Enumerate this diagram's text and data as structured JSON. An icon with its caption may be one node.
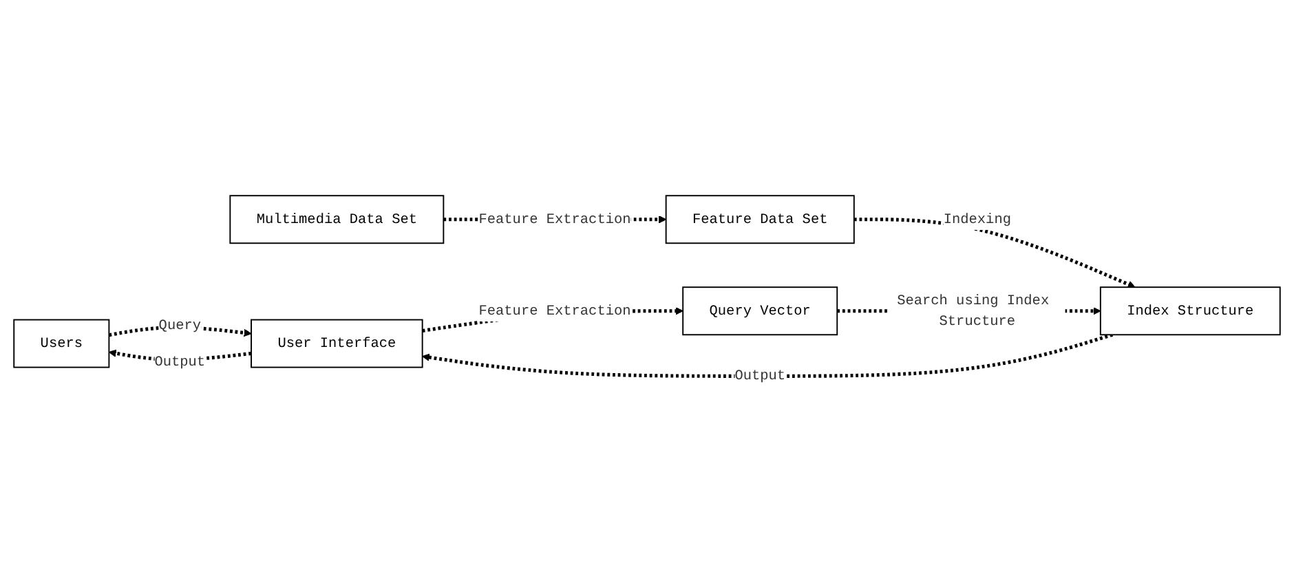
{
  "diagram": {
    "nodes": [
      {
        "text": [
          "Users"
        ]
      },
      {
        "text": [
          "User Interface"
        ]
      },
      {
        "text": [
          "Multimedia Data Set"
        ]
      },
      {
        "text": [
          "Query Vector"
        ]
      },
      {
        "text": [
          "Feature Data Set"
        ]
      },
      {
        "text": [
          "Index Structure"
        ]
      }
    ],
    "edges": [
      {
        "from": 0,
        "to": 1,
        "arrow": "to",
        "label": "Query",
        "style": "dashed"
      },
      {
        "from": 1,
        "to": 0,
        "arrow": "to",
        "label": "Output",
        "style": "dashed"
      },
      {
        "from": 1,
        "to": 3,
        "arrow": "to",
        "label": "Feature Extraction",
        "style": "dashed"
      },
      {
        "from": 2,
        "to": 4,
        "arrow": "to",
        "label": "Feature Extraction",
        "style": "dashed"
      },
      {
        "from": 4,
        "to": 5,
        "arrow": "to",
        "label": "Indexing",
        "style": "dashed"
      },
      {
        "from": 3,
        "to": 5,
        "arrow": "to",
        "label": "Search using Index Structure",
        "style": "dashed"
      },
      {
        "from": 5,
        "to": 1,
        "arrow": "to",
        "label": "Output",
        "style": "dashed"
      }
    ]
  }
}
